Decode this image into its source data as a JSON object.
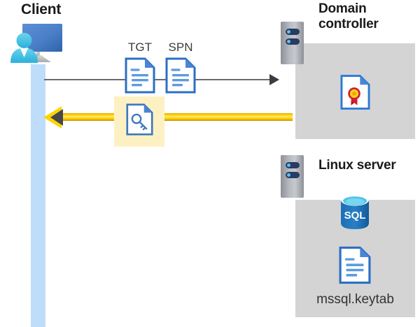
{
  "diagram": {
    "type": "sequence-flow",
    "title_client": "Client",
    "title_domain_controller": "Domain controller",
    "title_linux_server": "Linux server",
    "labels": {
      "tgt": "TGT",
      "spn": "SPN",
      "keytab_file": "mssql.keytab",
      "sql_badge": "SQL"
    },
    "icons": {
      "client": "user-workstation-icon",
      "tgt": "document-icon",
      "spn": "document-icon",
      "ticket": "key-document-icon",
      "certificate": "certificate-document-icon",
      "database": "sql-database-icon",
      "keytab": "document-icon",
      "server": "server-rack-icon"
    },
    "flows": {
      "request": {
        "direction": "client-to-domain-controller",
        "style": "thin-gray-arrow"
      },
      "response": {
        "direction": "domain-controller-to-client",
        "style": "thick-yellow-arrow",
        "payload": "kerberos-ticket"
      }
    },
    "colors": {
      "lifeline": "#bdddfb",
      "panel": "#d4d4d4",
      "highlight": "#fdf1c4",
      "response_arrow": "#ffd400",
      "request_arrow": "#6b6b6b",
      "doc_blue": "#3f7fd0",
      "sql_blue": "#1f6fb8",
      "title": "#1a1a1a"
    }
  }
}
